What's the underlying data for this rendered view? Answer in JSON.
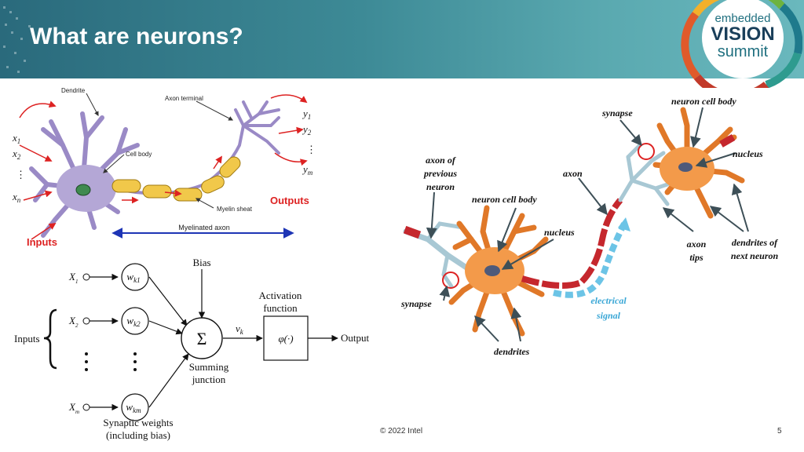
{
  "slide": {
    "title": "What are neurons?",
    "copyright": "© 2022 Intel",
    "page_number": "5"
  },
  "logo": {
    "line1": "embedded",
    "line2": "VISION",
    "line3": "summit"
  },
  "bio_neuron": {
    "dendrite": "Dendrite",
    "axon_terminal": "Axon terminal",
    "cell_body": "Cell body",
    "myelin_sheath": "Myelin sheat",
    "myelinated_axon": "Myelinated axon",
    "inputs": "Inputs",
    "outputs": "Outputs",
    "x1": "x",
    "x1_sub": "1",
    "x2": "x",
    "x2_sub": "2",
    "xn": "x",
    "xn_sub": "n",
    "y1": "y",
    "y1_sub": "1",
    "y2": "y",
    "y2_sub": "2",
    "ym": "y",
    "ym_sub": "m"
  },
  "perceptron": {
    "bias": "Bias",
    "activation_line1": "Activation",
    "activation_line2": "function",
    "inputs": "Inputs",
    "output": "Output",
    "summing_line1": "Summing",
    "summing_line2": "junction",
    "weights_line1": "Synaptic weights",
    "weights_line2": "(including bias)",
    "sigma": "Σ",
    "phi": "φ(·)",
    "vk": "v",
    "vk_sub": "k",
    "x_labels": [
      {
        "x": "X",
        "sub": "1"
      },
      {
        "x": "X",
        "sub": "2"
      },
      {
        "x": "X",
        "sub": "m"
      }
    ],
    "w_labels": [
      {
        "w": "w",
        "sub": "k1"
      },
      {
        "w": "w",
        "sub": "k2"
      },
      {
        "w": "w",
        "sub": "km"
      }
    ]
  },
  "neuron_illustration": {
    "synapse_top": "synapse",
    "neuron_cell_body_top": "neuron cell body",
    "nucleus_top": "nucleus",
    "axon": "axon",
    "axon_prev_1": "axon of",
    "axon_prev_2": "previous",
    "axon_prev_3": "neuron",
    "neuron_cell_body": "neuron cell body",
    "nucleus": "nucleus",
    "synapse_bottom": "synapse",
    "electrical_1": "electrical",
    "electrical_2": "signal",
    "dendrites": "dendrites",
    "axon_tips_1": "axon",
    "axon_tips_2": "tips",
    "dendrites_next_1": "dendrites of",
    "dendrites_next_2": "next neuron"
  },
  "colors": {
    "header_dark": "#2a6a7c",
    "header_light": "#6ab8bd",
    "neuron_purple": "#b4a7d6",
    "myelin_yellow": "#f1c84a",
    "label_red": "#d22",
    "axis_blue": "#1e35b5",
    "neuron_orange": "#f39a4a",
    "axon_red": "#c5272d",
    "signal_blue": "#6cc4e6"
  }
}
